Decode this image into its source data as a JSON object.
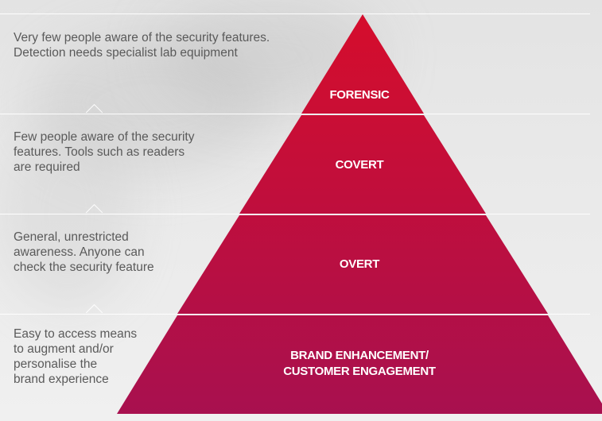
{
  "levels": [
    {
      "label_lines": [
        "FORENSIC"
      ],
      "description": "Very few people aware of the security features.\nDetection needs specialist lab equipment"
    },
    {
      "label_lines": [
        "COVERT"
      ],
      "description": "Few people aware of the security\nfeatures. Tools such as readers\nare required"
    },
    {
      "label_lines": [
        "OVERT"
      ],
      "description": "General, unrestricted\nawareness. Anyone can\ncheck the security feature"
    },
    {
      "label_lines": [
        "BRAND ENHANCEMENT/",
        "CUSTOMER ENGAGEMENT"
      ],
      "description": "Easy to access means\nto augment and/or\npersonalise the\nbrand experience"
    }
  ],
  "colors": {
    "tier_top": "#d50d2c",
    "tier_bottom": "#a8104f",
    "divider": "#ffffff",
    "text": "#5a5a5a"
  }
}
